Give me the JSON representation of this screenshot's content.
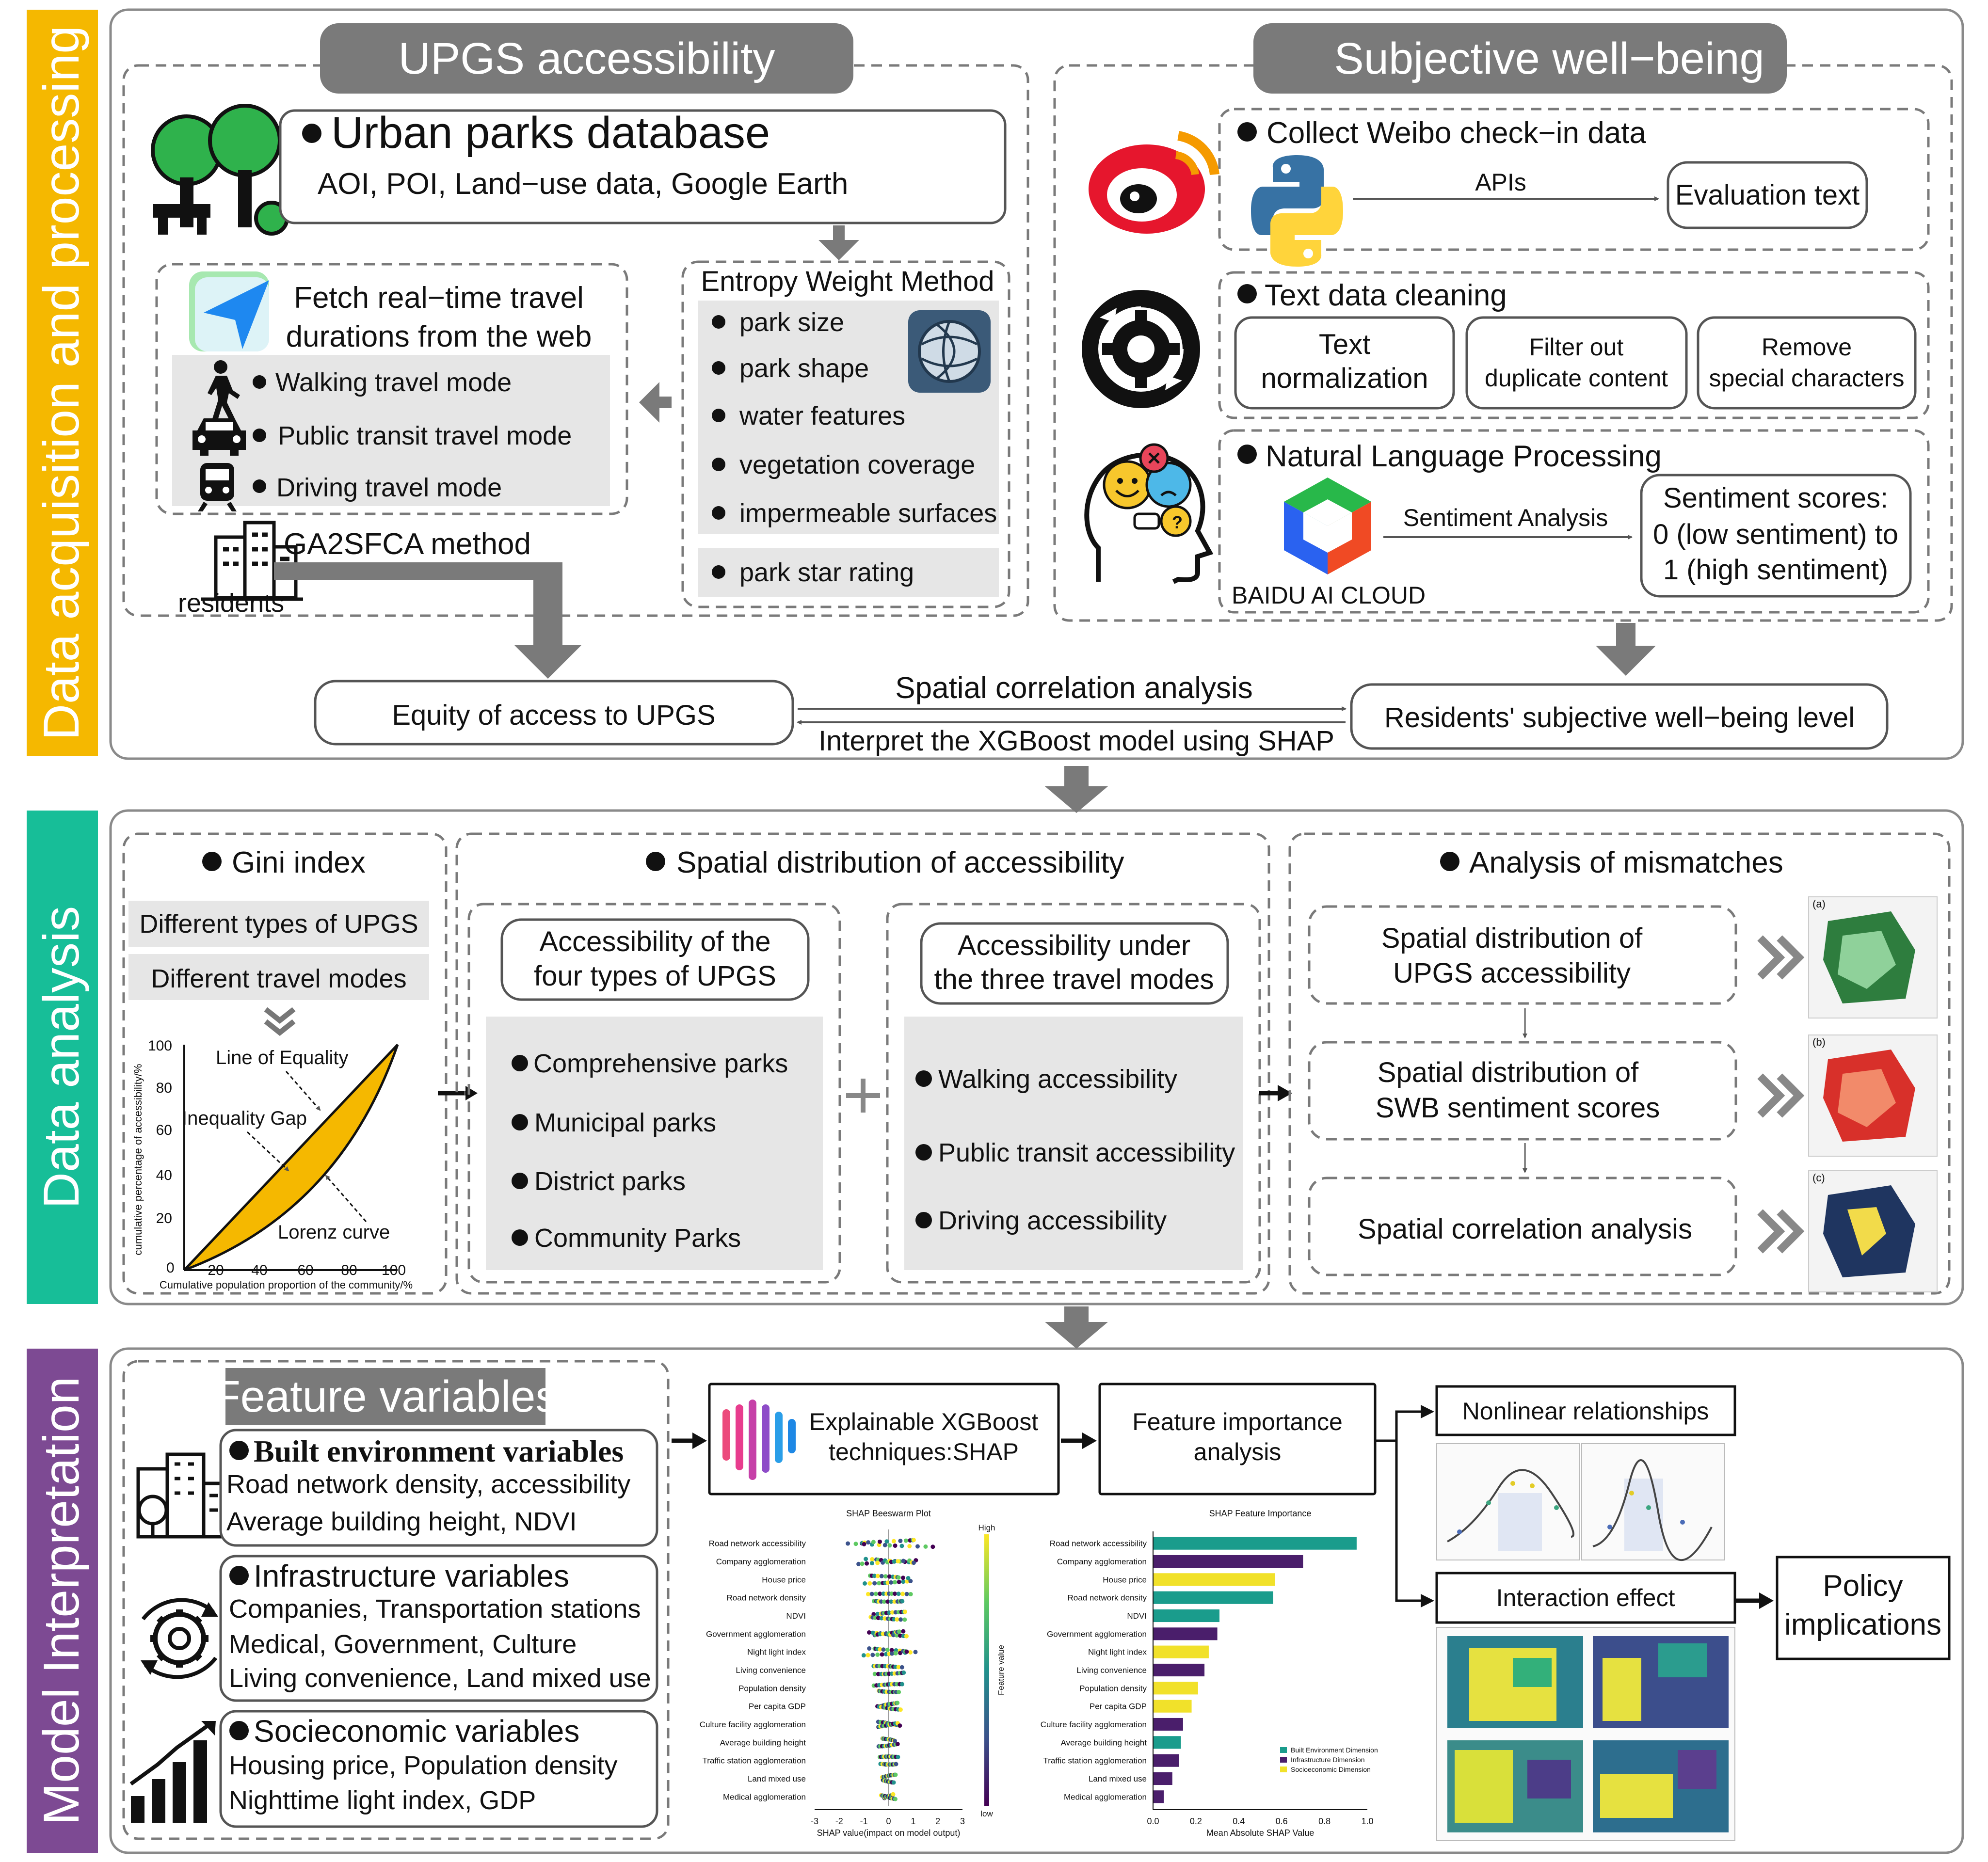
{
  "sections": {
    "data_acquisition": "Data acquisition and processing",
    "data_analysis": "Data analysis",
    "model_interpretation": "Model Interpretation"
  },
  "colors": {
    "acquisition": "#F5B800",
    "analysis": "#17BE98",
    "interpretation": "#7D4A93",
    "header_gray": "#7a7a7a",
    "lorenz_fill": "#F5B800"
  },
  "upgs": {
    "header": "UPGS accessibility",
    "parks_db_title": "Urban parks database",
    "parks_db_sources": "AOI, POI, Land−use data, Google Earth",
    "fetch_title_1": "Fetch real−time travel",
    "fetch_title_2": "durations from the web",
    "modes": [
      "Walking travel mode",
      "Public transit travel mode",
      "Driving travel mode"
    ],
    "entropy_title": "Entropy Weight Method",
    "entropy_items": [
      "park size",
      "park shape",
      "water features",
      "vegetation coverage",
      "impermeable surfaces"
    ],
    "star_rating": "park star rating",
    "ga2sfca": "GA2SFCA method",
    "residents": "residents",
    "icons": [
      "park-trees-icon",
      "navigation-arrow-icon",
      "walking-person-icon",
      "car-icon",
      "train-icon",
      "buildings-icon",
      "globe-app-icon"
    ]
  },
  "swb": {
    "header": "Subjective well−being",
    "weibo_title": "Collect Weibo check−in data",
    "apis": "APIs",
    "evaluation_text": "Evaluation text",
    "cleaning_title": "Text data cleaning",
    "cleaning_steps": [
      [
        "Text",
        "normalization"
      ],
      [
        "Filter out",
        "duplicate content"
      ],
      [
        "Remove",
        "special characters"
      ]
    ],
    "nlp_title": "Natural Language Processing",
    "sentiment_analysis": "Sentiment Analysis",
    "baidu": "BAIDU AI CLOUD",
    "scores": [
      "Sentiment scores:",
      "0 (low sentiment) to",
      "1 (high sentiment)"
    ],
    "icons": [
      "weibo-icon",
      "python-icon",
      "gear-cycle-icon",
      "head-emotions-icon",
      "baidu-cube-icon"
    ]
  },
  "link": {
    "equity": "Equity of access to UPGS",
    "swb_level": "Residents' subjective well−being level",
    "correlation": "Spatial correlation analysis",
    "shap": "Interpret the XGBoost model using SHAP"
  },
  "gini": {
    "title": "Gini index",
    "types": "Different types of UPGS",
    "modes": "Different travel modes",
    "ylabel": "cumulative percentage of accessibility/%",
    "xlabel": "Cumulative population proportion of the community/%",
    "y_ticks": [
      "100",
      "80",
      "60",
      "40",
      "20"
    ],
    "x_ticks": [
      "0",
      "20",
      "40",
      "60",
      "80",
      "100"
    ],
    "line_of_equality": "Line of Equality",
    "inequality_gap": "Inequality Gap",
    "lorenz_curve": "Lorenz curve"
  },
  "spatial": {
    "title": "Spatial distribution of accessibility",
    "box1_title": [
      "Accessibility of the",
      "four types of UPGS"
    ],
    "box1_items": [
      "Comprehensive parks",
      "Municipal parks",
      "District parks",
      "Community Parks"
    ],
    "box2_title": [
      "Accessibility under",
      "the three travel modes"
    ],
    "box2_items": [
      "Walking accessibility",
      "Public transit accessibility",
      "Driving accessibility"
    ]
  },
  "mismatch": {
    "title": "Analysis of mismatches",
    "items": [
      [
        "Spatial distribution of",
        "UPGS accessibility"
      ],
      [
        "Spatial distribution of",
        "SWB sentiment scores"
      ],
      [
        "Spatial correlation analysis"
      ]
    ],
    "map_labels": [
      "(a)",
      "(b)",
      "(c)"
    ]
  },
  "features": {
    "header": "Feature variables",
    "groups": [
      {
        "title": "Built environment variables",
        "lines": [
          "Road network density, accessibility",
          "Average building height, NDVI"
        ]
      },
      {
        "title": "Infrastructure variables",
        "lines": [
          "Companies, Transportation stations",
          "Medical, Government, Culture",
          "Living convenience, Land mixed use"
        ]
      },
      {
        "title": "Socieconomic variables",
        "lines": [
          "Housing price, Population density",
          "Nighttime light index, GDP"
        ]
      }
    ],
    "icons": [
      "city-buildings-icon",
      "gear-refresh-icon",
      "bar-growth-icon"
    ]
  },
  "model": {
    "shap_box": [
      "Explainable XGBoost",
      "techniques:SHAP"
    ],
    "importance_box": [
      "Feature importance",
      "analysis"
    ],
    "nonlinear": "Nonlinear relationships",
    "interaction": "Interaction effect",
    "policy": [
      "Policy",
      "implications"
    ]
  },
  "chart_data": [
    {
      "type": "scatter",
      "title": "SHAP Beeswarm Plot",
      "xlabel": "SHAP value(impact on model output)",
      "colorbar_high": "High",
      "colorbar_low": "low",
      "colorbar_label": "Feature value",
      "x_ticks": [
        "-3",
        "-2",
        "-1",
        "0",
        "1",
        "2",
        "3"
      ],
      "xlim": [
        -3,
        3
      ],
      "categories": [
        "Road network accessibility",
        "Company agglomeration",
        "House price",
        "Road network density",
        "NDVI",
        "Government  agglomeration",
        "Night light index",
        "Living convenience",
        "Population density",
        "Per capita GDP",
        "Culture facility  agglomeration",
        "Average building height",
        "Traffic station  agglomeration",
        "Land mixed use",
        "Medical  agglomeration"
      ],
      "spread": [
        1.8,
        1.3,
        1.0,
        0.9,
        0.8,
        0.8,
        1.1,
        0.7,
        0.6,
        0.5,
        0.5,
        0.4,
        0.4,
        0.3,
        0.3
      ]
    },
    {
      "type": "bar",
      "title": "SHAP Feature Importance",
      "xlabel": "Mean Absolute SHAP Value",
      "x_ticks": [
        "0.0",
        "0.2",
        "0.4",
        "0.6",
        "0.8",
        "1.0"
      ],
      "xlim": [
        0,
        1.0
      ],
      "categories": [
        "Road network accessibility",
        "Company agglomeration",
        "House price",
        "Road network density",
        "NDVI",
        "Government  agglomeration",
        "Night light index",
        "Living convenience",
        "Population density",
        "Per capita GDP",
        "Culture facility  agglomeration",
        "Average building height",
        "Traffic station  agglomeration",
        "Land mixed use",
        "Medical  agglomeration"
      ],
      "values": [
        0.95,
        0.7,
        0.57,
        0.56,
        0.31,
        0.3,
        0.26,
        0.24,
        0.21,
        0.18,
        0.14,
        0.13,
        0.12,
        0.09,
        0.05
      ],
      "groups": [
        "built",
        "infra",
        "socio",
        "built",
        "built",
        "infra",
        "socio",
        "infra",
        "socio",
        "socio",
        "infra",
        "built",
        "infra",
        "infra",
        "infra"
      ],
      "group_colors": {
        "built": "#1A9C8C",
        "infra": "#4A1E6B",
        "socio": "#F1E12A"
      },
      "legend": [
        "Built Environment Dimension",
        "Infrastructure Dimension",
        "Socioeconomic Dimension"
      ]
    }
  ]
}
